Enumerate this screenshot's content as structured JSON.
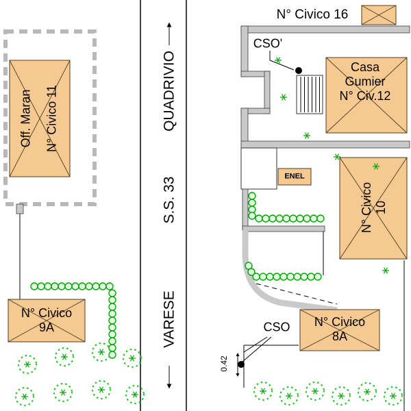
{
  "roads": {
    "quadrivio_label": "QUADRIVIO",
    "ss33_label": "S.S. 33",
    "varese_label": "VARESE"
  },
  "buildings": {
    "civico11": {
      "owner": "Off. Maran",
      "number": "N° Civico 11"
    },
    "civico9a": {
      "line1": "N° Civico",
      "line2": "9A"
    },
    "civico16": {
      "label": "N° Civico 16"
    },
    "casa_gumier": {
      "line1": "Casa",
      "line2": "Gumier",
      "line3": "N° Civ.12"
    },
    "enel": {
      "label": "ENEL"
    },
    "civico10": {
      "line1": "N° Civico",
      "line2": "10"
    },
    "civico8a": {
      "line1": "N° Civico",
      "line2": "8A"
    }
  },
  "annotations": {
    "cso_upper": "CSO'",
    "cso_lower": "CSO",
    "dimension": "0.42"
  },
  "colors": {
    "building_fill": "#f6c992",
    "wall_gray": "#c9c9c9",
    "vegetation_green": "#00a800",
    "line_black": "#000000"
  }
}
